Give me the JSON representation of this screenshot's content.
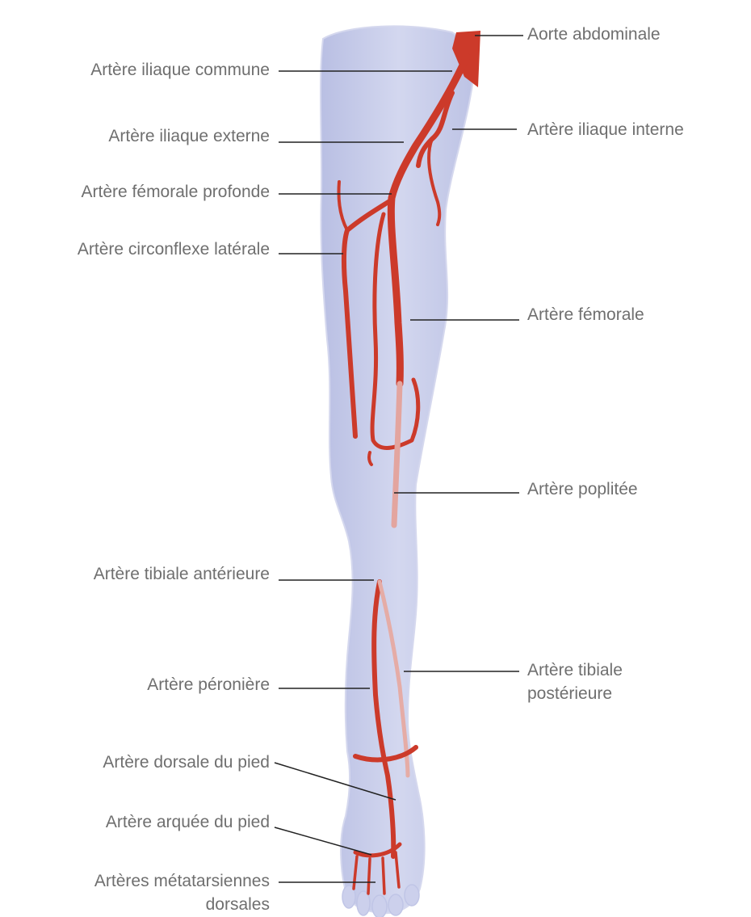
{
  "labels": {
    "aorte_abdominale": "Aorte abdominale",
    "iliaque_commune": "Artère iliaque commune",
    "iliaque_interne": "Artère iliaque interne",
    "iliaque_externe": "Artère iliaque externe",
    "femorale_profonde": "Artère fémorale profonde",
    "circonflexe_laterale": "Artère circonflexe latérale",
    "femorale": "Artère fémorale",
    "poplitee": "Artère poplitée",
    "tibiale_anterieure": "Artère tibiale antérieure",
    "tibiale_posterieure_1": "Artère tibiale",
    "tibiale_posterieure_2": "postérieure",
    "peroniere": "Artère péronière",
    "dorsale_pied": "Artère dorsale du pied",
    "arquee_pied": "Artère arquée du pied",
    "metatarsiennes_1": "Artères métatarsiennes",
    "metatarsiennes_2": "dorsales"
  },
  "colors": {
    "artery": "#cc3a2a",
    "artery_light": "#e8a5a0",
    "leg_fill": "#c5cae8",
    "leg_shade": "#a7aed8",
    "label_text": "#6f6f6f",
    "leader_line": "#222222"
  }
}
